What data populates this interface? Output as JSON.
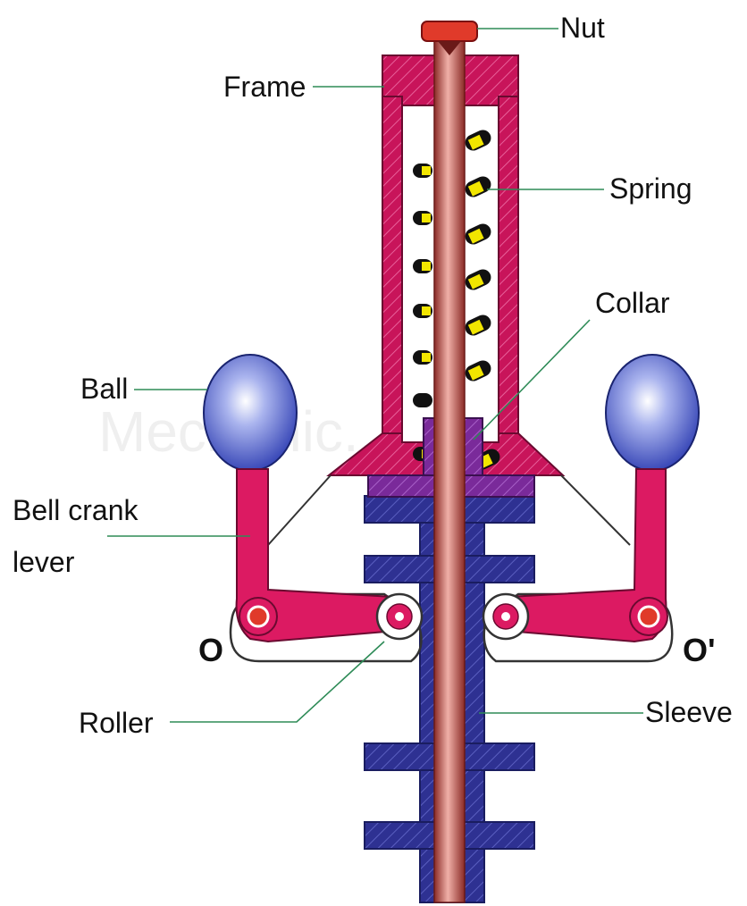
{
  "labels": {
    "nut": "Nut",
    "frame": "Frame",
    "spring": "Spring",
    "collar": "Collar",
    "ball": "Ball",
    "bell_crank_line1": "Bell crank",
    "bell_crank_line2": "lever",
    "pivot_left": "O",
    "pivot_right": "O'",
    "roller": "Roller",
    "sleeve": "Sleeve"
  },
  "watermark": "Mechanic...",
  "colors": {
    "frame": "#c8145a",
    "spindle": "#c0504d",
    "spring_coil": "#f2e600",
    "collar": "#7a2a9a",
    "sleeve": "#2e3192",
    "ball": "#4a5fc8",
    "leader_line": "#2e8b57",
    "nut": "#e03a2a"
  }
}
